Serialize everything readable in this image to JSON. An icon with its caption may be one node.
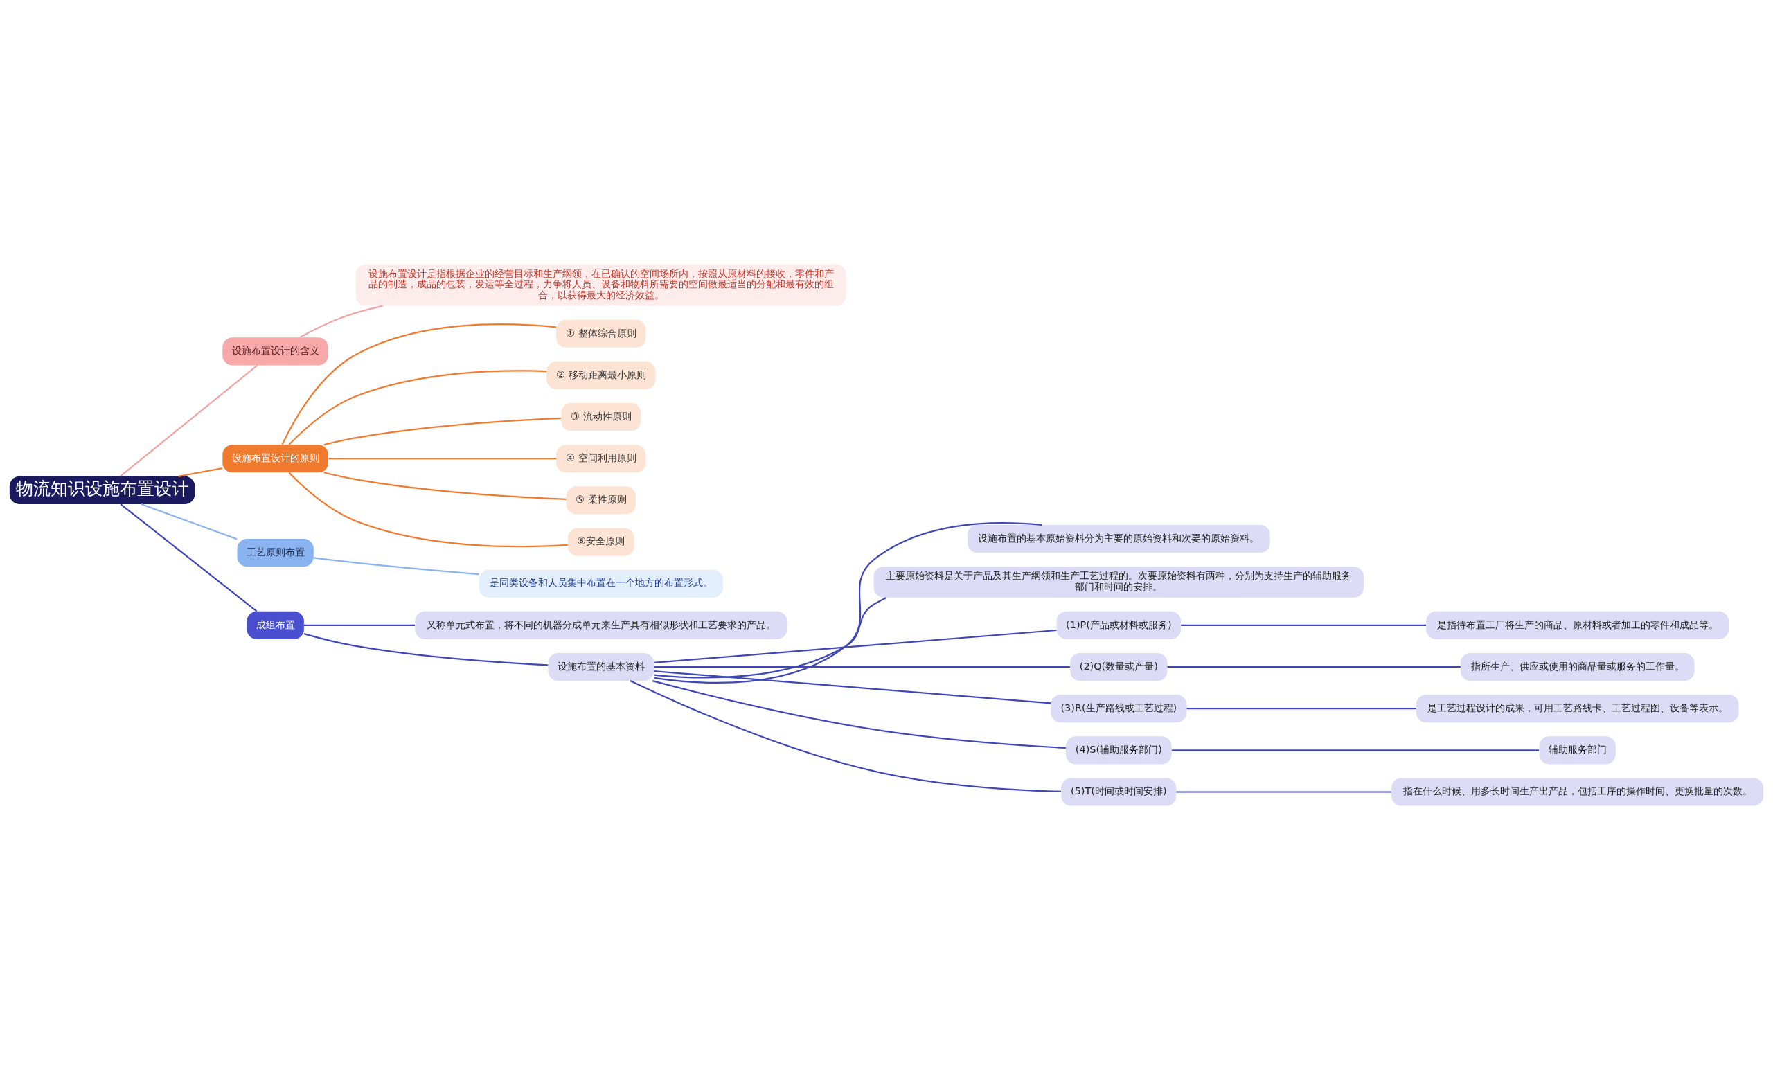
{
  "diagram": {
    "nodes": [
      {
        "text": [
          "物流知识设施布置设计"
        ]
      },
      {
        "text": [
          "设施布置设计的含义"
        ]
      },
      {
        "text": [
          "设施布置设计是指根据企业的经营目标和生产纲领，在已确认的空间场所内，按照从原材料的接收，零件和产品的制造，成品的包装，发运等全过程，力争将人员、设备和物料所需要的空间做最适当的分配和最有效的组合，以获得最大的经济效益。"
        ]
      },
      {
        "text": [
          "设施布置设计的原则"
        ]
      },
      {
        "text": [
          "① 整体综合原则"
        ]
      },
      {
        "text": [
          "② 移动距离最小原则"
        ]
      },
      {
        "text": [
          "③ 流动性原则"
        ]
      },
      {
        "text": [
          "④ 空间利用原则"
        ]
      },
      {
        "text": [
          "⑤ 柔性原则"
        ]
      },
      {
        "text": [
          "⑥安全原则"
        ]
      },
      {
        "text": [
          "工艺原则布置"
        ]
      },
      {
        "text": [
          "是同类设备和人员集中布置在一个地方的布置形式。"
        ]
      },
      {
        "text": [
          "成组布置"
        ]
      },
      {
        "text": [
          "又称单元式布置，将不同的机器分成单元来生产具有相似形状和工艺要求的产品。"
        ]
      },
      {
        "text": [
          "设施布置的基本资料"
        ]
      },
      {
        "text": [
          "设施布置的基本原始资料分为主要的原始资料和次要的原始资料。"
        ]
      },
      {
        "text": [
          "主要原始资料是关于产品及其生产纲领和生产工艺过程的。次要原始资料有两种，分别为支持生产的辅助服务部门和时间的安排。"
        ]
      },
      {
        "text": [
          "(1)P(产品或材料或服务)"
        ]
      },
      {
        "text": [
          "是指待布置工厂将生产的商品、原材料或者加工的零件和成品等。"
        ]
      },
      {
        "text": [
          "(2)Q(数量或产量)"
        ]
      },
      {
        "text": [
          "指所生产、供应或使用的商品量或服务的工作量。"
        ]
      },
      {
        "text": [
          "(3)R(生产路线或工艺过程)"
        ]
      },
      {
        "text": [
          "是工艺过程设计的成果，可用工艺路线卡、工艺过程图、设备等表示。"
        ]
      },
      {
        "text": [
          "(4)S(辅助服务部门)"
        ]
      },
      {
        "text": [
          "辅助服务部门"
        ]
      },
      {
        "text": [
          "(5)T(时间或时间安排)"
        ]
      },
      {
        "text": [
          "指在什么时候、用多长时间生产出产品，包括工序的操作时间、更换批量的次数。"
        ]
      }
    ],
    "edges": [
      {
        "from": 0,
        "to": 1,
        "arrow": "none",
        "color": "#f4a3a3"
      },
      {
        "from": 1,
        "to": 2,
        "arrow": "none",
        "color": "#f4a3a3"
      },
      {
        "from": 0,
        "to": 3,
        "arrow": "none",
        "color": "#f07a2e"
      },
      {
        "from": 3,
        "to": 4,
        "arrow": "none",
        "color": "#f07a2e"
      },
      {
        "from": 3,
        "to": 5,
        "arrow": "none",
        "color": "#f07a2e"
      },
      {
        "from": 3,
        "to": 6,
        "arrow": "none",
        "color": "#f07a2e"
      },
      {
        "from": 3,
        "to": 7,
        "arrow": "none",
        "color": "#f07a2e"
      },
      {
        "from": 3,
        "to": 8,
        "arrow": "none",
        "color": "#f07a2e"
      },
      {
        "from": 3,
        "to": 9,
        "arrow": "none",
        "color": "#f07a2e"
      },
      {
        "from": 0,
        "to": 10,
        "arrow": "none",
        "color": "#8ab4f0"
      },
      {
        "from": 10,
        "to": 11,
        "arrow": "none",
        "color": "#8ab4f0"
      },
      {
        "from": 0,
        "to": 12,
        "arrow": "none"
      },
      {
        "from": 12,
        "to": 13,
        "arrow": "none"
      },
      {
        "from": 12,
        "to": 14,
        "arrow": "none"
      },
      {
        "from": 14,
        "to": 15,
        "arrow": "none"
      },
      {
        "from": 14,
        "to": 16,
        "arrow": "none"
      },
      {
        "from": 14,
        "to": 17,
        "arrow": "none"
      },
      {
        "from": 17,
        "to": 18,
        "arrow": "none"
      },
      {
        "from": 14,
        "to": 19,
        "arrow": "none"
      },
      {
        "from": 19,
        "to": 20,
        "arrow": "none"
      },
      {
        "from": 14,
        "to": 21,
        "arrow": "none"
      },
      {
        "from": 21,
        "to": 22,
        "arrow": "none"
      },
      {
        "from": 14,
        "to": 23,
        "arrow": "none"
      },
      {
        "from": 23,
        "to": 24,
        "arrow": "none"
      },
      {
        "from": 14,
        "to": 25,
        "arrow": "none"
      },
      {
        "from": 25,
        "to": 26,
        "arrow": "none"
      }
    ]
  }
}
